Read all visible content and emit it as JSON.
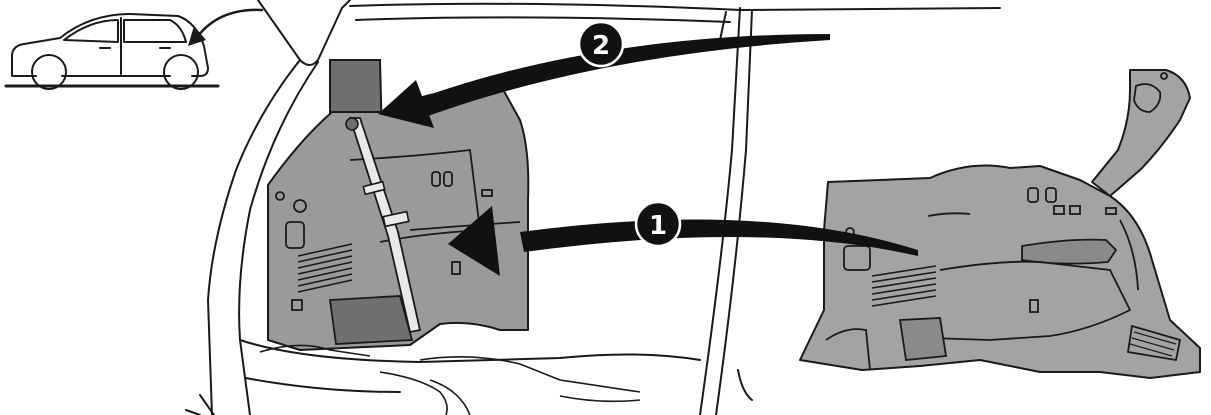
{
  "figure": {
    "callouts": [
      {
        "id": "1",
        "label": "1"
      },
      {
        "id": "2",
        "label": "2"
      }
    ]
  },
  "colors": {
    "line": "#1a1a1a",
    "panel_fill": "#9a9a9a",
    "panel_shadow": "#6f6f6f",
    "loose_panel_fill": "#a3a3a3",
    "background": "#ffffff",
    "callout_fill": "#111111",
    "callout_text": "#ffffff"
  },
  "icons": {
    "vehicle_locator": "car-side-icon",
    "callout_arrow": "curved-arrow-icon"
  }
}
